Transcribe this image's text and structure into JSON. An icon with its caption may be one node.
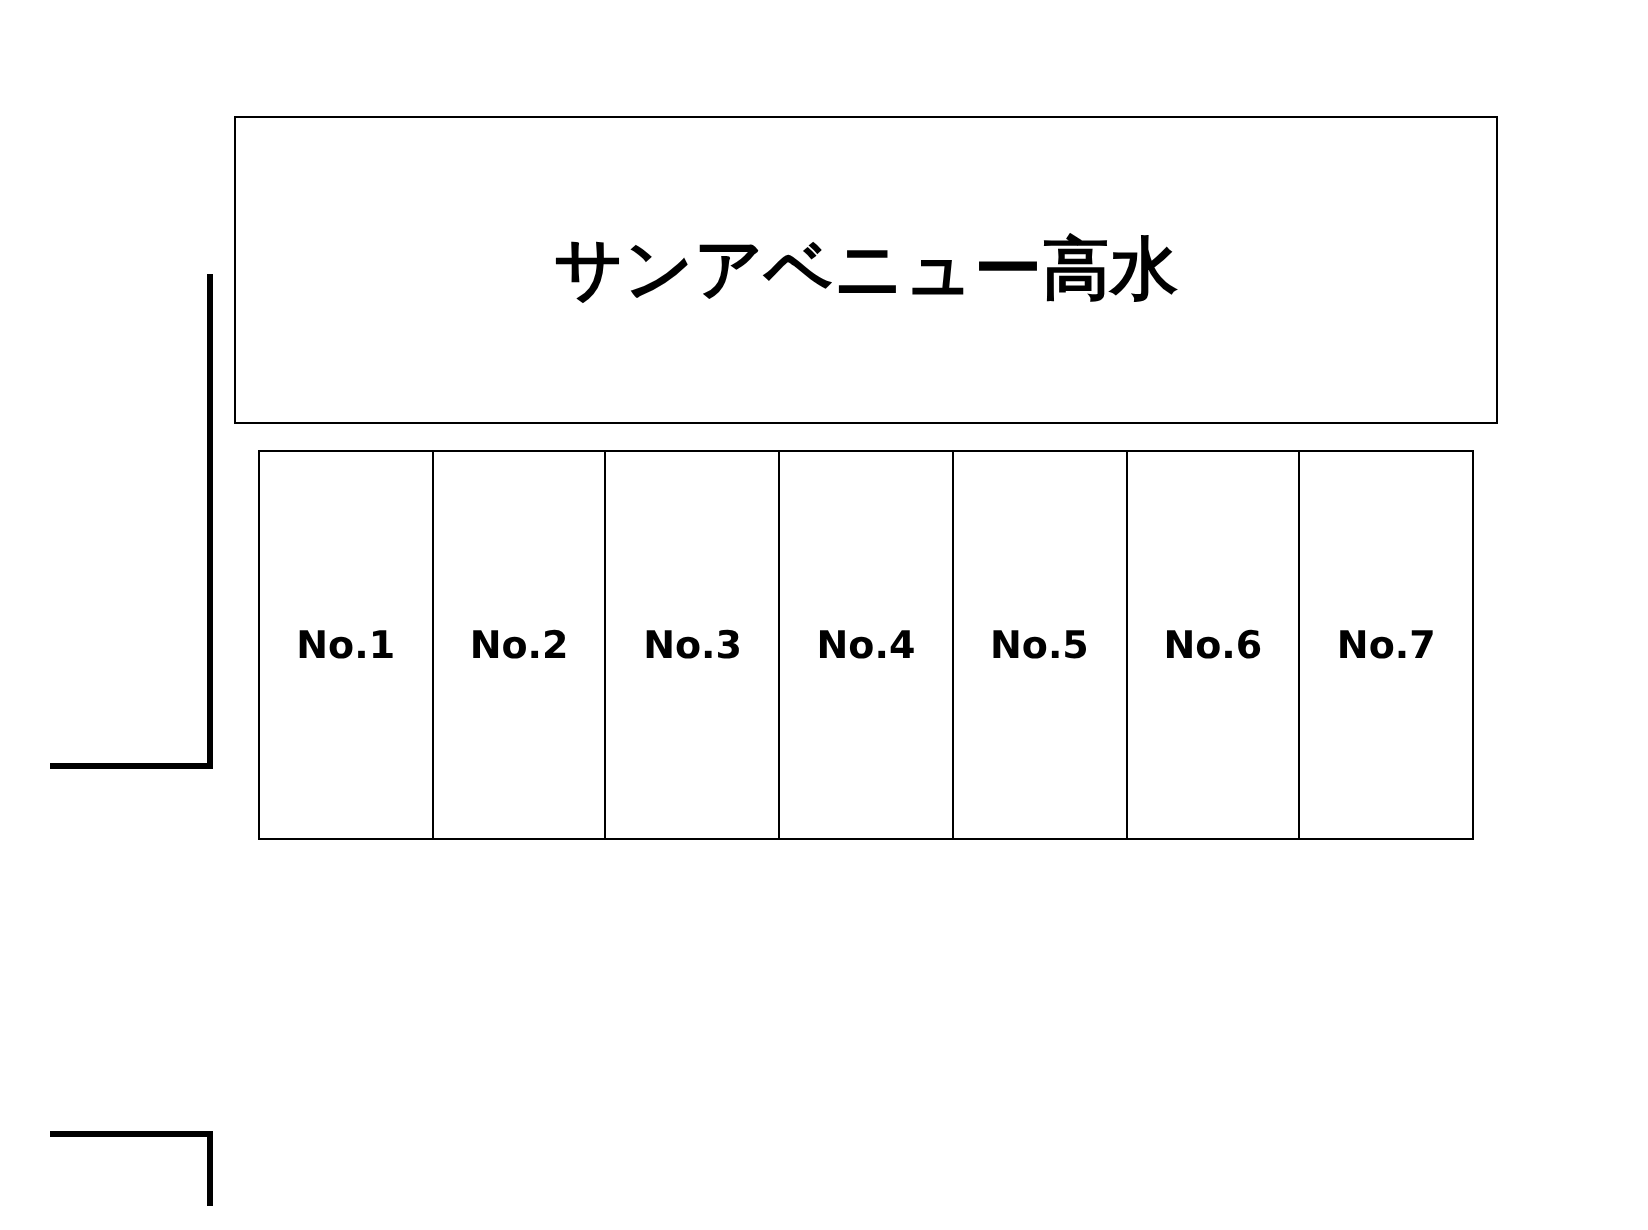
{
  "diagram": {
    "nodes": [
      {
        "text": [
          "サンアベニュー高水"
        ]
      },
      {
        "text": [
          "No.1"
        ]
      },
      {
        "text": [
          "No.2"
        ]
      },
      {
        "text": [
          "No.3"
        ]
      },
      {
        "text": [
          "No.4"
        ]
      },
      {
        "text": [
          "No.5"
        ]
      },
      {
        "text": [
          "No.6"
        ]
      },
      {
        "text": [
          "No.7"
        ]
      }
    ]
  }
}
